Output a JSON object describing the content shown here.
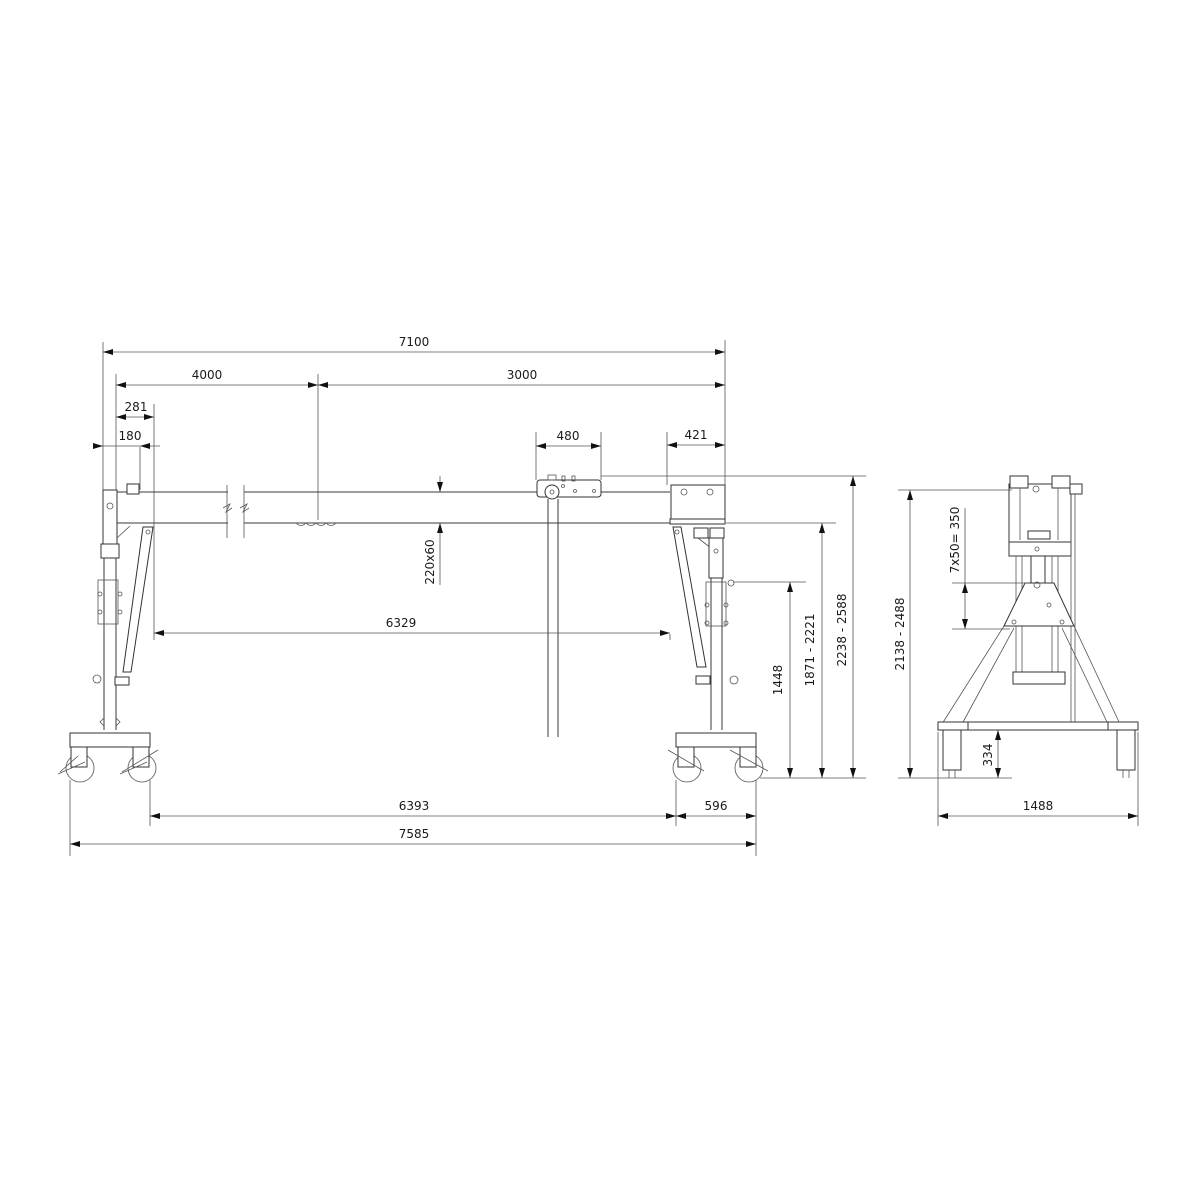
{
  "drawing": {
    "type": "technical-dimension-drawing",
    "subject": "mobile gantry crane",
    "line_color": "#3a3a3a",
    "background": "#ffffff"
  },
  "front_view": {
    "dimensions": {
      "overall_beam_length": "7100",
      "beam_segment_left": "4000",
      "beam_segment_right": "3000",
      "end_offset_281": "281",
      "end_offset_180": "180",
      "trolley_width": "480",
      "right_head_width": "421",
      "beam_profile": "220x60",
      "clear_span": "6329",
      "wheelbase_inner": "6393",
      "caster_spacing": "596",
      "overall_length": "7585",
      "lower_height": "1448",
      "clear_height_range": "1871 - 2221",
      "total_height_range": "2238 - 2588"
    }
  },
  "side_view": {
    "dimensions": {
      "total_height_range": "2138 - 2488",
      "adjustment_steps": "7x50= 350",
      "base_height": "334",
      "base_width": "1488"
    }
  }
}
